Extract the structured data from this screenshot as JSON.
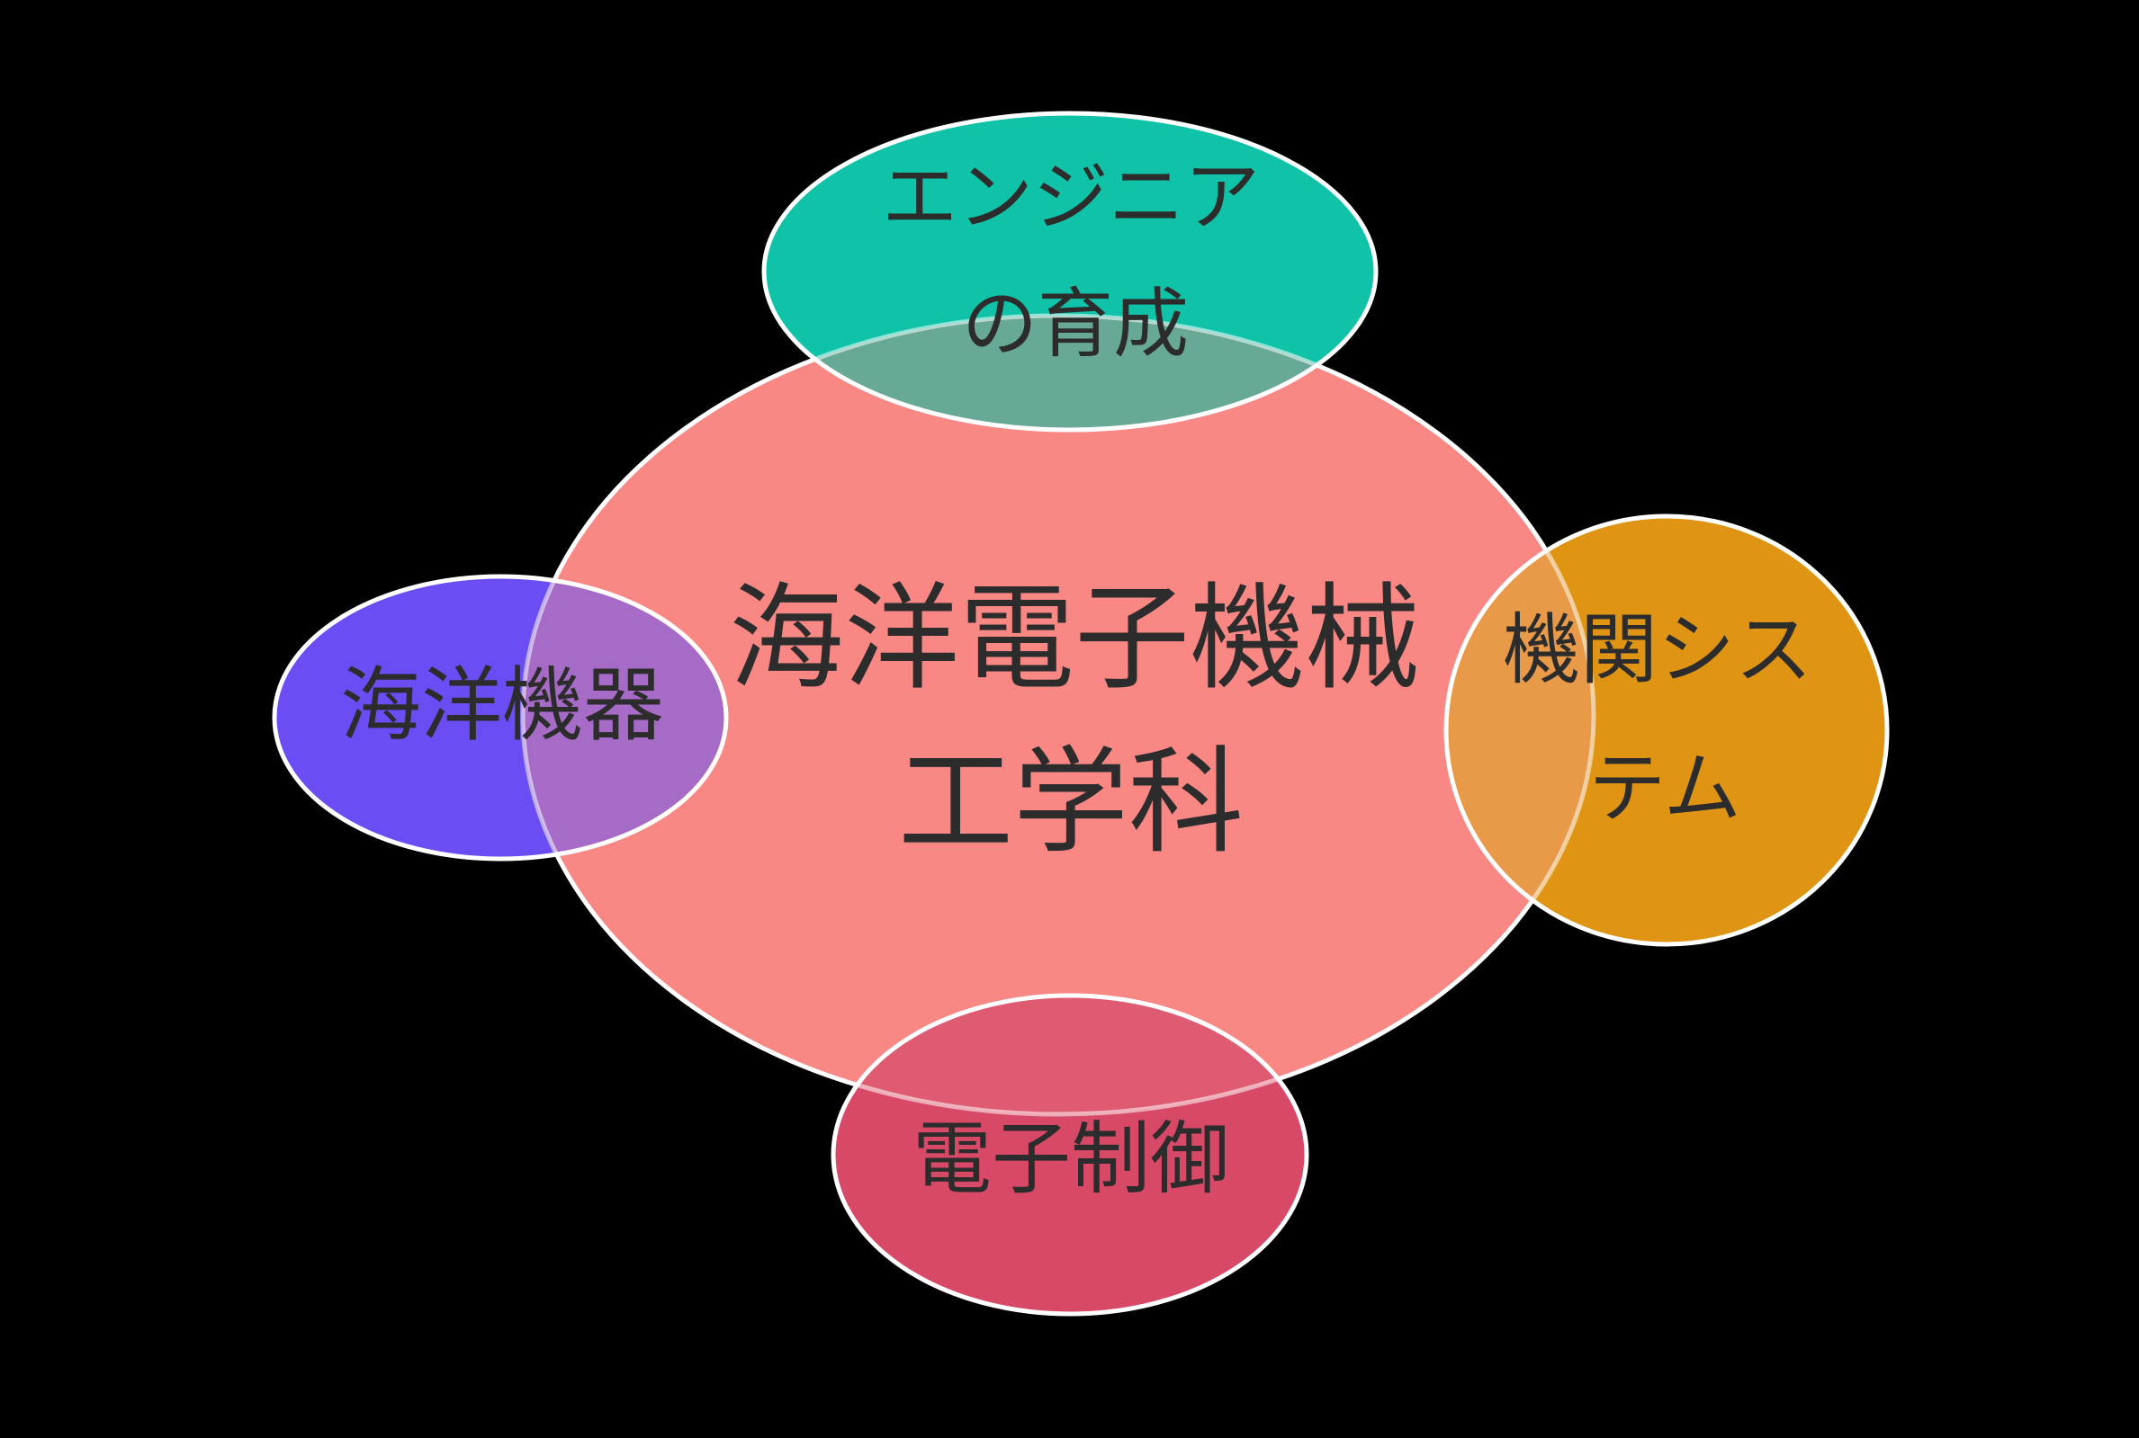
{
  "background_color": "#000000",
  "outline_color": "#ffffff",
  "text_color": "#2c2c2c",
  "diagram": {
    "title_implied": "海洋電子機械工学科の構成図",
    "center": {
      "label": "海洋電子機械 工学科",
      "label_line1": "海洋電子機械",
      "label_line2": "工学科",
      "color": "#f98885"
    },
    "top": {
      "label": "エンジニアの育成",
      "label_line1": "エンジニア",
      "label_line2": "の育成",
      "color": "#10c3a8",
      "overlap_color": "#68a896"
    },
    "left": {
      "label": "海洋機器",
      "color": "#6c4df3",
      "overlap_color": "#a66bc7"
    },
    "right": {
      "label": "機関システム",
      "label_line1": "機関シス",
      "label_line2": "テム",
      "color": "#e09414",
      "overlap_color": "#e89a48"
    },
    "bottom": {
      "label": "電子制御",
      "color": "#d84867",
      "overlap_color": "#de5b72"
    }
  }
}
